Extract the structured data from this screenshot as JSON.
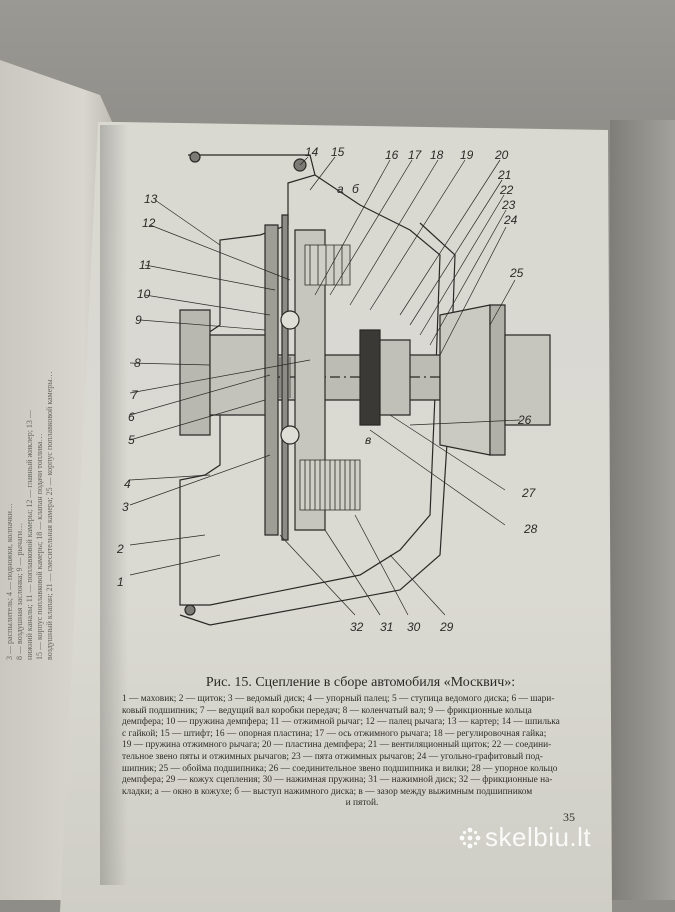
{
  "left_page_lines": [
    "3 — распылитель; 4 — подножки, колпачки…",
    "8 — воздушная заслонка; 9 — рычаги…",
    "нижний каналы; 11 — поплавковой камеры; 12 — главный жиклер; 13 —",
    "15 — корпус поплавковой камеры; 18 — клапан подачи топлива…",
    "воздушный клапан; 21 — смесительная камера; 25 — корпус поплавковой камеры…"
  ],
  "callouts": {
    "n1": "1",
    "n2": "2",
    "n3": "3",
    "n4": "4",
    "n5": "5",
    "n6": "6",
    "n7": "7",
    "n8": "8",
    "n9": "9",
    "n10": "10",
    "n11": "11",
    "n12": "12",
    "n13": "13",
    "n14": "14",
    "n15": "15",
    "n16": "16",
    "n17": "17",
    "n18": "18",
    "n19": "19",
    "n20": "20",
    "n21": "21",
    "n22": "22",
    "n23": "23",
    "n24": "24",
    "n25": "25",
    "n26": "26",
    "n27": "27",
    "n28": "28",
    "n29": "29",
    "n30": "30",
    "n31": "31",
    "n32": "32",
    "na": "а",
    "nb": "б",
    "nv": "в"
  },
  "caption": "Рис. 15. Сцепление в сборе автомобиля «Москвич»:",
  "legend": [
    "1 — маховик; 2 — щиток; 3 — ведомый диск; 4 — упорный палец; 5 — ступица ведомого диска; 6 — шари-",
    "ковый подшипник; 7 — ведущий вал коробки передач; 8 — коленчатый вал; 9 — фрикционные кольца",
    "демпфера; 10 — пружина демпфера; 11 — отжимной рычаг; 12 — палец рычага; 13 — картер; 14 — шпилька",
    "с гайкой; 15 — штифт; 16 — опорная пластина; 17 — ось отжимного рычага; 18 — регулировочная гайка;",
    "19 — пружина отжимного рычага; 20 — пластина демпфера; 21 — вентиляционный щиток; 22 — соедини-",
    "тельное звено пяты и отжимных рычагов; 23 — пята отжимных рычагов; 24 — угольно-графитовый под-",
    "шипник; 25 — обойма подшипника; 26 — соединительное звено подшипника и вилки; 28 — упорное кольцо",
    "демпфера; 29 — кожух сцепления; 30 — нажимная пружина; 31 — нажимной диск; 32 — фрикционные на-",
    "кладки; а — окно в кожухе; б — выступ нажимного диска; в — зазор между выжимным подшипником",
    "и пятой."
  ],
  "page_number": "35",
  "watermark": "skelbiu.lt"
}
